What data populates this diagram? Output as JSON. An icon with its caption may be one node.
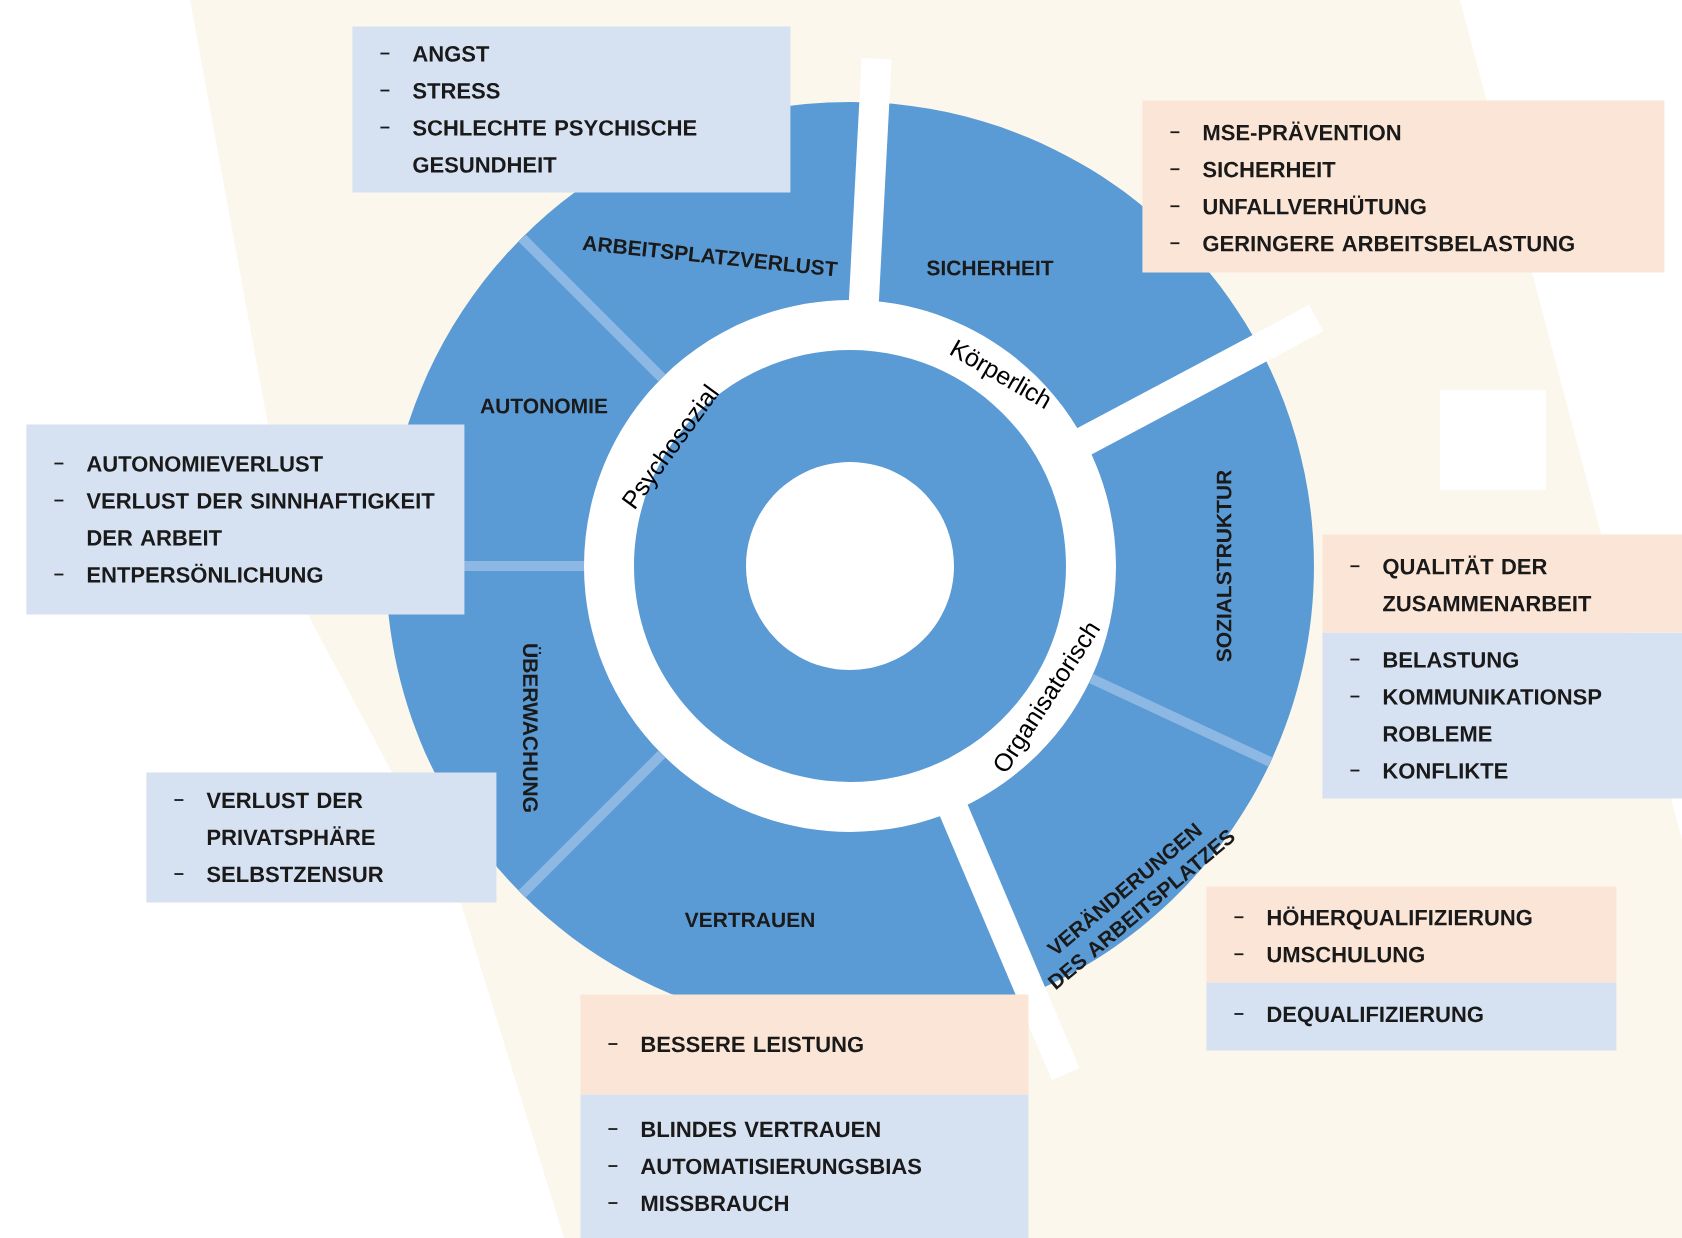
{
  "diagram": {
    "nodes": [
      {
        "text": [
          "ANGST",
          "STRESS",
          "SCHLECHTE PSYCHISCHE GESUNDHEIT"
        ]
      },
      {
        "text": [
          "MSE-PRÄVENTION",
          "SICHERHEIT",
          "UNFALLVERHÜTUNG",
          "GERINGERE ARBEITSBELASTUNG"
        ]
      },
      {
        "text": [
          "ARBEITSPLATZVERLUST"
        ]
      },
      {
        "text": [
          "SICHERHEIT"
        ]
      },
      {
        "text": [
          "AUTONOMIE"
        ]
      },
      {
        "text": [
          "AUTONOMIEVERLUST",
          "VERLUST DER SINNHAFTIGKEIT DER ARBEIT",
          "ENTPERSÖNLICHUNG"
        ]
      },
      {
        "text": [
          "SOZIALSTRUKTUR"
        ]
      },
      {
        "text": [
          "QUALITÄT DER ZUSAMMENARBEIT"
        ]
      },
      {
        "text": [
          "BELASTUNG",
          "KOMMUNIKATIONSP ROBLEME",
          "KONFLIKTE"
        ]
      },
      {
        "text": [
          "ÜBERWACHUNG"
        ]
      },
      {
        "text": [
          "VERLUST DER PRIVATSPHÄRE",
          "SELBSTZENSUR"
        ]
      },
      {
        "text": [
          "VERÄNDERUNGEN DES ARBEITSPLATZES"
        ]
      },
      {
        "text": [
          "HÖHERQUALIFIZIERUNG",
          "UMSCHULUNG"
        ]
      },
      {
        "text": [
          "VERTRAUEN"
        ]
      },
      {
        "text": [
          "DEQUALIFIZIERUNG"
        ]
      },
      {
        "text": [
          "BESSERE LEISTUNG"
        ]
      },
      {
        "text": [
          "BLINDES VERTRAUEN",
          "AUTOMATISIERUNGSBIAS",
          "MISSBRAUCH"
        ]
      }
    ],
    "labels": [
      "Psychosozial",
      "Körperlich",
      "Organisatorisch"
    ]
  }
}
